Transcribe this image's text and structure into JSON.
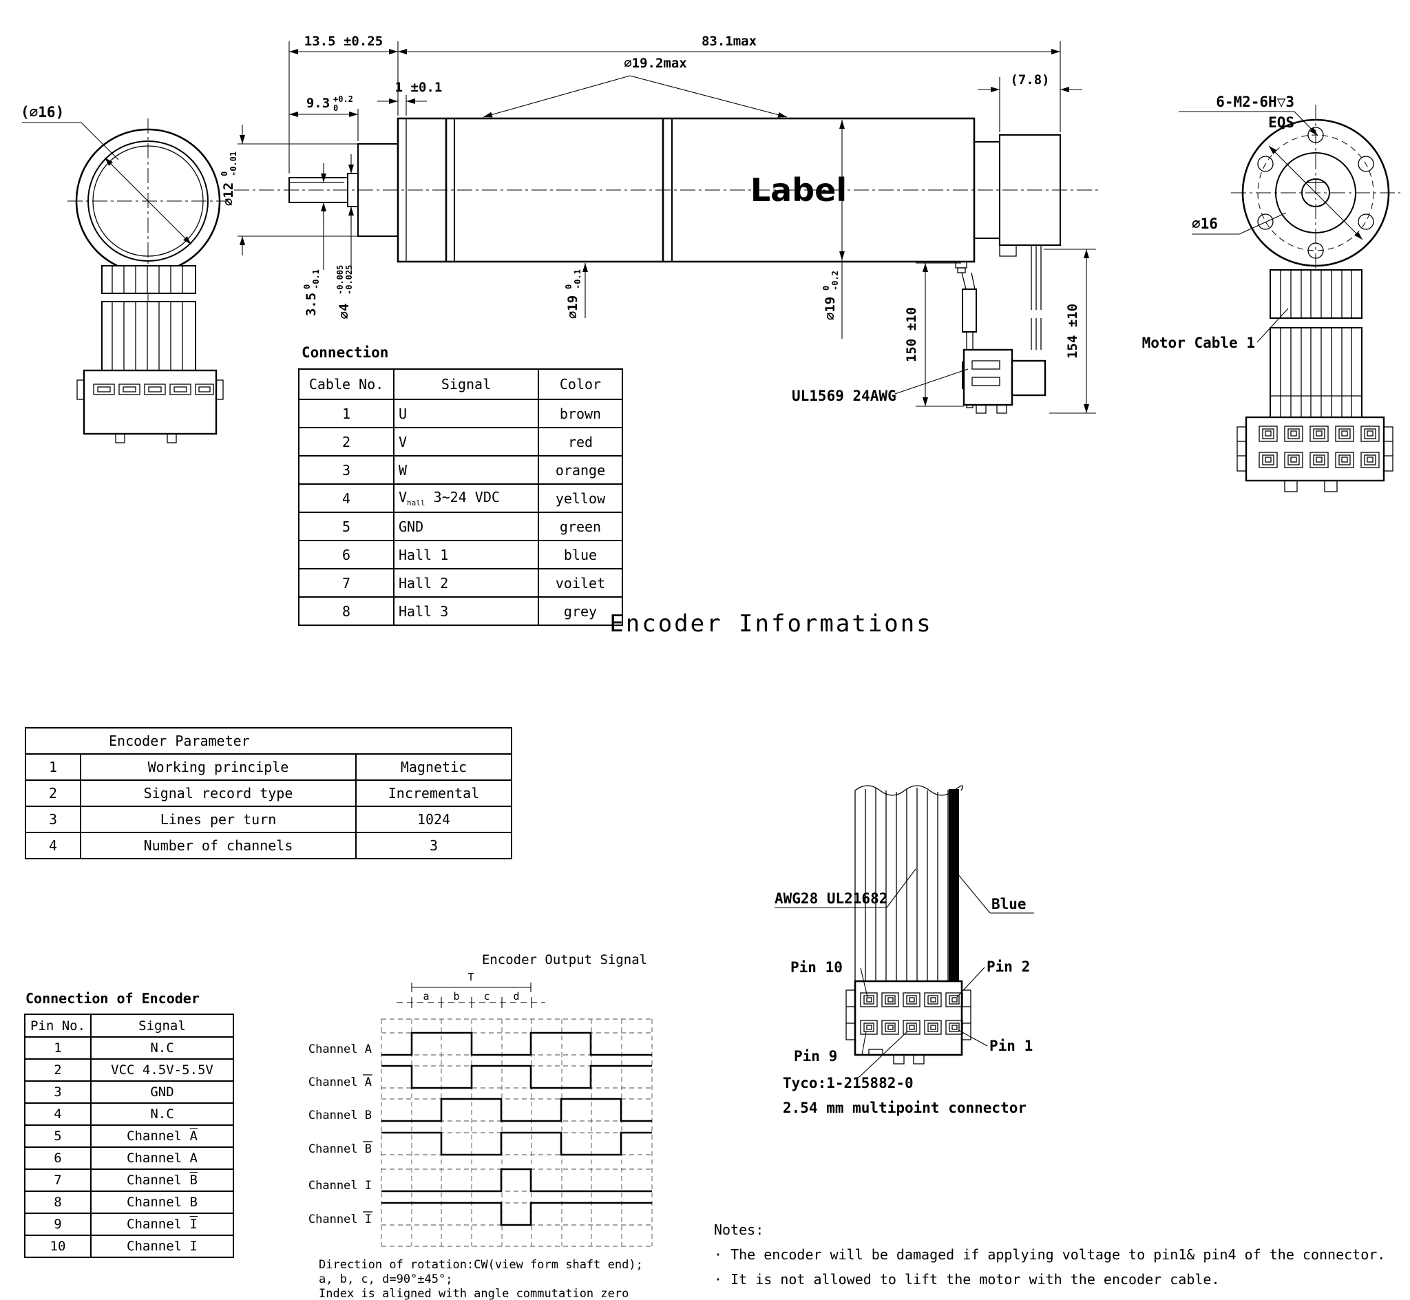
{
  "page_title": "Encoder Informations",
  "views": {
    "front_label": "(⌀16)",
    "label_text": "Label",
    "ul_cable": "UL1569 24AWG",
    "flange_thread": "6-M2-6H▽3",
    "flange_eqs": "EQS",
    "flange_d16": "⌀16",
    "motor_cable_1": "Motor Cable 1"
  },
  "dims": {
    "d13_5": "13.5 ±0.25",
    "d83_1": "83.1max",
    "d19_2": "⌀19.2max",
    "d1": "1 ±0.1",
    "d9_3": {
      "v": "9.3",
      "t": "+0.2",
      "b": "0"
    },
    "d12": {
      "v": "⌀12",
      "t": "0",
      "b": "-0.01"
    },
    "d3_5": {
      "v": "3.5",
      "t": "0",
      "b": "-0.1"
    },
    "d4": {
      "v": "⌀4",
      "t": "-0.005",
      "b": "-0.025"
    },
    "d19f": {
      "v": "⌀19",
      "t": "0",
      "b": "-0.1"
    },
    "d19r": {
      "v": "⌀19",
      "t": "0",
      "b": "-0.2"
    },
    "d7_8": "(7.8)",
    "d150": "150 ±10",
    "d154": "154 ±10"
  },
  "connection": {
    "title": "Connection",
    "headers": [
      "Cable No.",
      "Signal",
      "Color"
    ],
    "rows": [
      {
        "no": "1",
        "sig": "U",
        "sub": "",
        "sig2": "",
        "color": "brown"
      },
      {
        "no": "2",
        "sig": "V",
        "sub": "",
        "sig2": "",
        "color": "red"
      },
      {
        "no": "3",
        "sig": "W",
        "sub": "",
        "sig2": "",
        "color": "orange"
      },
      {
        "no": "4",
        "sig": "V",
        "sub": "hall",
        "sig2": " 3~24 VDC",
        "color": "yellow"
      },
      {
        "no": "5",
        "sig": "GND",
        "sub": "",
        "sig2": "",
        "color": "green"
      },
      {
        "no": "6",
        "sig": "Hall 1",
        "sub": "",
        "sig2": "",
        "color": "blue"
      },
      {
        "no": "7",
        "sig": "Hall 2",
        "sub": "",
        "sig2": "",
        "color": "voilet"
      },
      {
        "no": "8",
        "sig": "Hall 3",
        "sub": "",
        "sig2": "",
        "color": "grey"
      }
    ]
  },
  "encoder_parameter": {
    "title": "Encoder Parameter",
    "rows": [
      {
        "no": "1",
        "name": "Working principle",
        "value": "Magnetic"
      },
      {
        "no": "2",
        "name": "Signal record type",
        "value": "Incremental"
      },
      {
        "no": "3",
        "name": "Lines per turn",
        "value": "1024"
      },
      {
        "no": "4",
        "name": "Number of channels",
        "value": "3"
      }
    ]
  },
  "encoder_connection": {
    "title": "Connection of Encoder",
    "headers": [
      "Pin No.",
      "Signal"
    ],
    "rows": [
      {
        "pin": "1",
        "sig": "N.C",
        "bar": ""
      },
      {
        "pin": "2",
        "sig": "VCC 4.5V-5.5V",
        "bar": ""
      },
      {
        "pin": "3",
        "sig": "GND",
        "bar": ""
      },
      {
        "pin": "4",
        "sig": "N.C",
        "bar": ""
      },
      {
        "pin": "5",
        "sig": "Channel ",
        "bar": "A"
      },
      {
        "pin": "6",
        "sig": "Channel A",
        "bar": ""
      },
      {
        "pin": "7",
        "sig": "Channel ",
        "bar": "B"
      },
      {
        "pin": "8",
        "sig": "Channel B",
        "bar": ""
      },
      {
        "pin": "9",
        "sig": "Channel ",
        "bar": "I"
      },
      {
        "pin": "10",
        "sig": "Channel I",
        "bar": ""
      }
    ]
  },
  "waveform": {
    "title": "Encoder Output Signal",
    "t_label": "T",
    "divisions": [
      "a",
      "b",
      "c",
      "d"
    ],
    "channels": [
      {
        "label": "Channel A"
      },
      {
        "label": "Channel A",
        "bar": true
      },
      {
        "label": "Channel B"
      },
      {
        "label": "Channel B",
        "bar": true
      },
      {
        "label": "Channel I"
      },
      {
        "label": "Channel I",
        "bar": true
      }
    ],
    "notes": [
      "Direction of rotation:CW(view form shaft end);",
      "a, b, c, d=90°±45°;",
      "Index is aligned with angle commutation zero"
    ]
  },
  "connector": {
    "awg": "AWG28 UL21682",
    "blue": "Blue",
    "pin10": "Pin 10",
    "pin2": "Pin 2",
    "pin9": "Pin 9",
    "pin1": "Pin 1",
    "tyco": "Tyco:1-215882-0",
    "pitch": "2.54 mm multipoint connector"
  },
  "notes": {
    "title": "Notes:",
    "items": [
      "· The encoder will be damaged if applying voltage to pin1& pin4 of the connector.",
      "· It is not allowed to lift the motor with the encoder cable."
    ]
  }
}
